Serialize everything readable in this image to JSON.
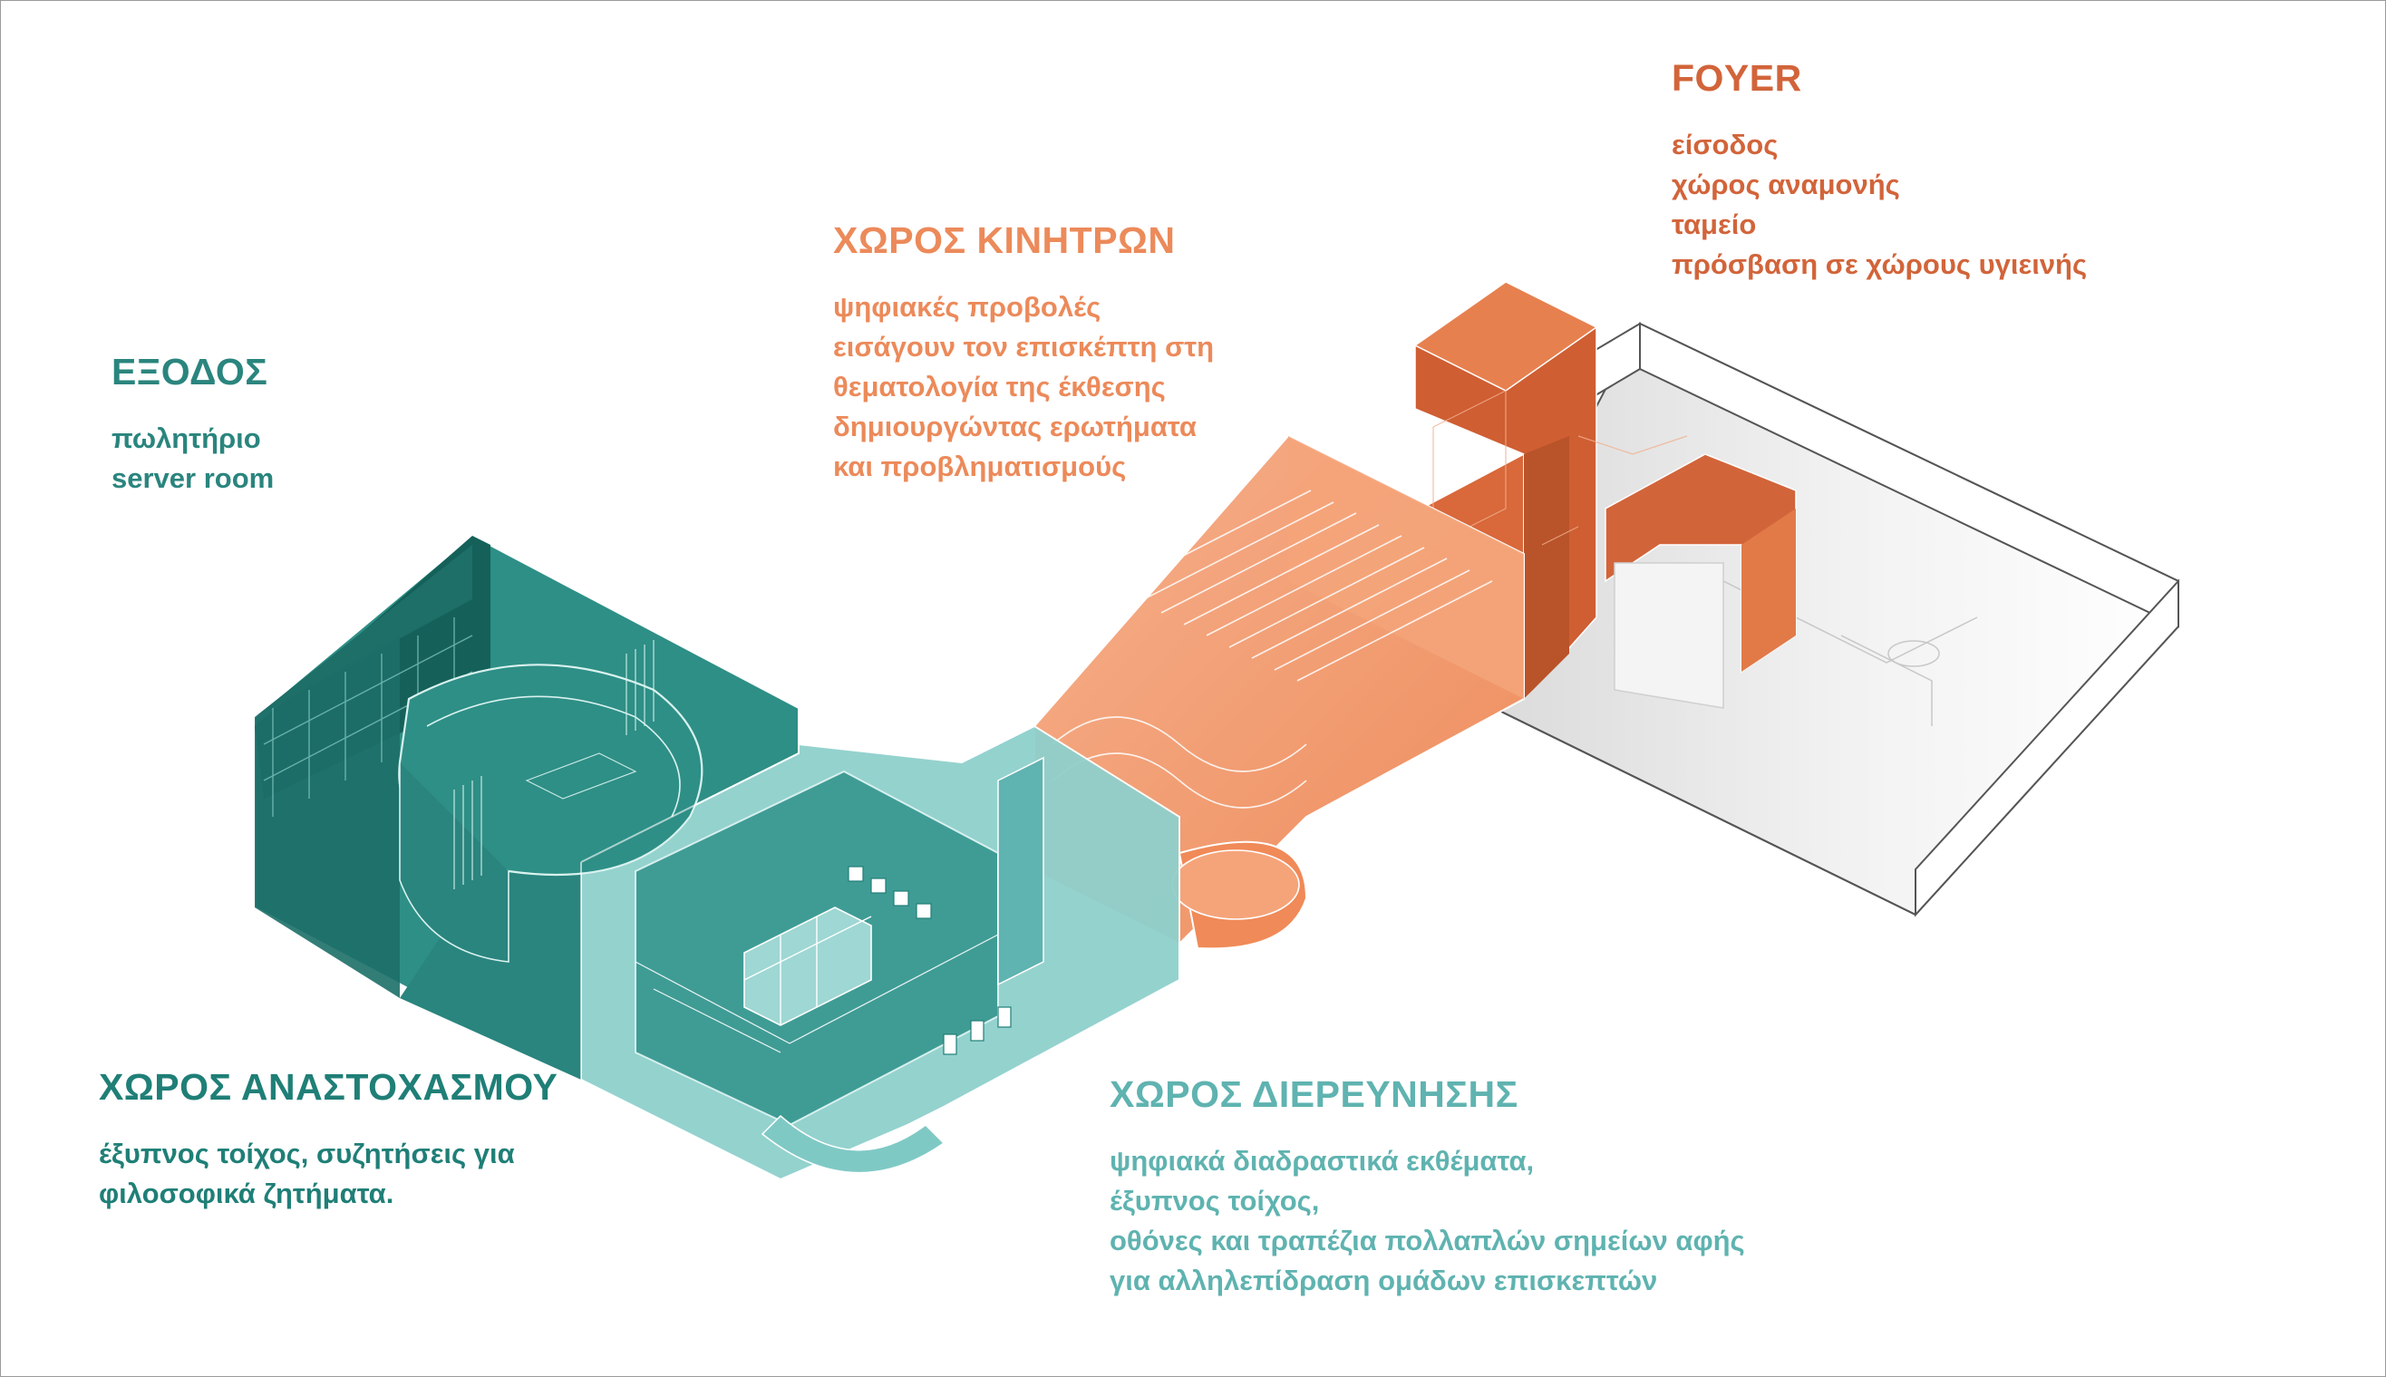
{
  "colors": {
    "exodos": "#2a857e",
    "kinitron": "#ec8a5a",
    "foyer": "#d2643a",
    "anastoxasmou": "#1f7f77",
    "dierevnisis": "#5fb3b0",
    "dark_teal": "#15615a",
    "mid_teal": "#2e8f86",
    "light_teal": "#7fc9c5",
    "orange": "#d9683a",
    "salmon": "#f29a6e"
  },
  "zones": {
    "exodos": {
      "title": "ΕΞΟΔΟΣ",
      "items": [
        "πωλητήριο",
        "server room"
      ]
    },
    "kinitron": {
      "title": "ΧΩΡΟΣ ΚΙΝΗΤΡΩΝ",
      "items": [
        "ψηφιακές προβολές",
        "εισάγουν τον επισκέπτη στη",
        "θεματολογία της έκθεσης",
        "δημιουργώντας ερωτήματα",
        "και προβληματισμούς"
      ]
    },
    "foyer": {
      "title": "FOYER",
      "items": [
        "είσοδος",
        "χώρος αναμονής",
        "ταμείο",
        "πρόσβαση σε χώρους υγιεινής"
      ]
    },
    "anastoxasmou": {
      "title": "ΧΩΡΟΣ ΑΝΑΣΤΟΧΑΣΜΟΥ",
      "items": [
        "έξυπνος τοίχος, συζητήσεις για",
        "φιλοσοφικά ζητήματα."
      ]
    },
    "dierevnisis": {
      "title": "ΧΩΡΟΣ ΔΙΕΡΕΥΝΗΣΗΣ",
      "items": [
        "ψηφιακά διαδραστικά εκθέματα,",
        "έξυπνος τοίχος,",
        "οθόνες και τραπέζια πολλαπλών σημείων αφής",
        "για αλληλεπίδραση ομάδων επισκεπτών"
      ]
    }
  }
}
